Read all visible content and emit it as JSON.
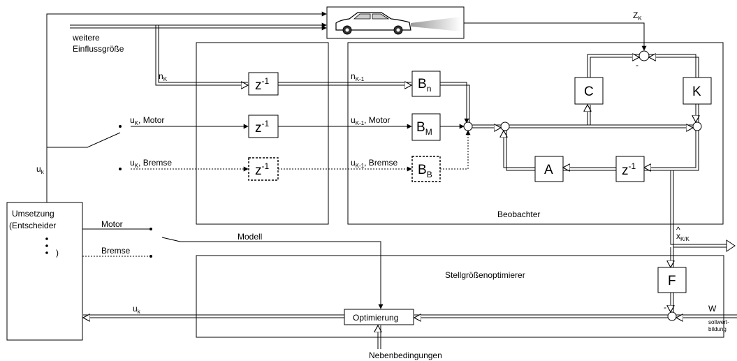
{
  "labels": {
    "weitere": "weitere",
    "einfluss": "Einflussgröße",
    "zk": "Z",
    "zk_sub": "K",
    "nk": "n",
    "nk_sub": "K",
    "nk1": "n",
    "nk1_sub": "K-1",
    "uk_motor": "u",
    "uk_motor_sub": "K",
    "uk_motor_txt": ", Motor",
    "uk_bremse": "u",
    "uk_bremse_sub": "K",
    "uk_bremse_txt": ", Bremse",
    "uk1_motor": "u",
    "uk1_motor_sub": "K-1",
    "uk1_motor_txt": ", Motor",
    "uk1_bremse": "u",
    "uk1_bremse_sub": "K-1",
    "uk1_bremse_txt": ", Bremse",
    "uk_left": "u",
    "uk_left_sub": "k",
    "uk_bottom": "u",
    "uk_bottom_sub": "k",
    "motor": "Motor",
    "bremse": "Bremse",
    "modell": "Modell",
    "beobachter": "Beobachter",
    "stellgroessen": "Stellgrößenoptimierer",
    "xhat": "x",
    "xhat_sub": "K/K",
    "w": "W",
    "sollwert1": "sollwert-",
    "sollwert2": "bildung",
    "nebenbedingungen": "Nebenbedingungen",
    "minus1": "-",
    "minus2": "-"
  },
  "blocks": {
    "z1": "z",
    "z1_sup": "-1",
    "z2": "z",
    "z2_sup": "-1",
    "z3": "z",
    "z3_sup": "-1",
    "z4": "z",
    "z4_sup": "-1",
    "bn": "B",
    "bn_sub": "n",
    "bm": "B",
    "bm_sub": "M",
    "bb": "B",
    "bb_sub": "B",
    "a": "A",
    "c": "C",
    "k": "K",
    "f": "F",
    "optimierung": "Optimierung",
    "umsetzung1": "Umsetzung",
    "umsetzung2": "(Entscheider",
    "umsetzung3": ")"
  }
}
